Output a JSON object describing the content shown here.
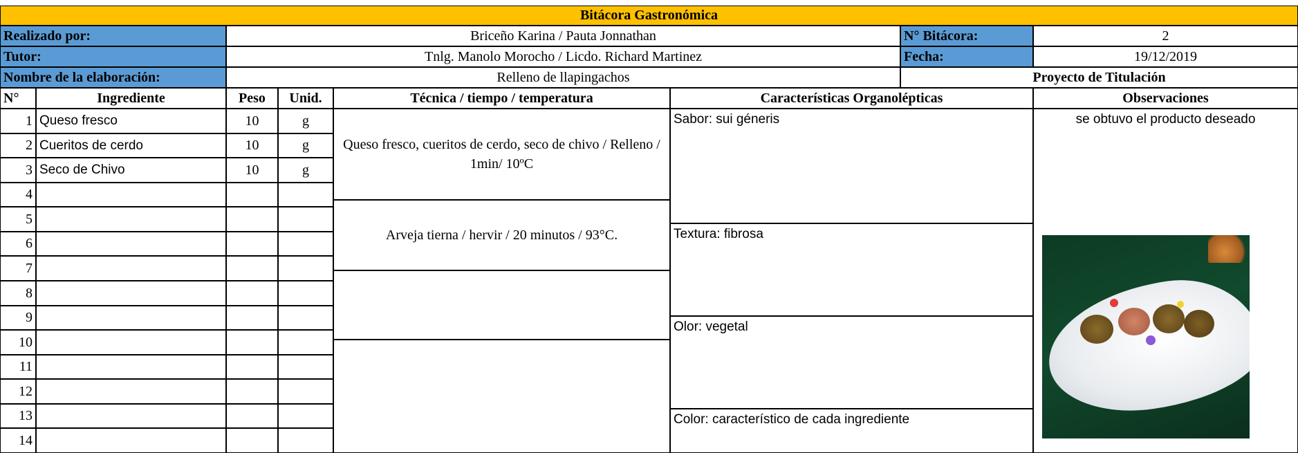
{
  "title": "Bitácora Gastronómica",
  "realizado_label": "Realizado por:",
  "realizado_value": "Briceño Karina / Pauta Jonnathan",
  "bitacora_label": "N° Bitácora:",
  "bitacora_value": "2",
  "tutor_label": "Tutor:",
  "tutor_value": "Tnlg. Manolo Morocho / Licdo. Richard Martinez",
  "fecha_label": "Fecha:",
  "fecha_value": "19/12/2019",
  "nombre_label": "Nombre de la elaboración:",
  "nombre_value": "Relleno de llapingachos",
  "proyecto": "Proyecto de Titulación",
  "headers": {
    "num": "N°",
    "ingrediente": "Ingrediente",
    "peso": "Peso",
    "unid": "Unid.",
    "tecnica": "Técnica / tiempo / temperatura",
    "caracteristicas": "Características Organolépticas",
    "observaciones": "Observaciones"
  },
  "rows": [
    {
      "n": "1",
      "ingrediente": "Queso fresco",
      "peso": "10",
      "unid": "g"
    },
    {
      "n": "2",
      "ingrediente": "Cueritos de cerdo",
      "peso": "10",
      "unid": "g"
    },
    {
      "n": "3",
      "ingrediente": "Seco de Chivo",
      "peso": "10",
      "unid": "g"
    },
    {
      "n": "4",
      "ingrediente": "",
      "peso": "",
      "unid": ""
    },
    {
      "n": "5",
      "ingrediente": "",
      "peso": "",
      "unid": ""
    },
    {
      "n": "6",
      "ingrediente": "",
      "peso": "",
      "unid": ""
    },
    {
      "n": "7",
      "ingrediente": "",
      "peso": "",
      "unid": ""
    },
    {
      "n": "8",
      "ingrediente": "",
      "peso": "",
      "unid": ""
    },
    {
      "n": "9",
      "ingrediente": "",
      "peso": "",
      "unid": ""
    },
    {
      "n": "10",
      "ingrediente": "",
      "peso": "",
      "unid": ""
    },
    {
      "n": "11",
      "ingrediente": "",
      "peso": "",
      "unid": ""
    },
    {
      "n": "12",
      "ingrediente": "",
      "peso": "",
      "unid": ""
    },
    {
      "n": "13",
      "ingrediente": "",
      "peso": "",
      "unid": ""
    },
    {
      "n": "14",
      "ingrediente": "",
      "peso": "",
      "unid": ""
    }
  ],
  "tecnica": [
    "Queso fresco, cueritos de cerdo, seco de chivo / Relleno / 1min/ 10ºC",
    "Arveja tierna / hervir / 20 minutos / 93°C.",
    "",
    ""
  ],
  "caracteristicas": [
    "Sabor: sui géneris",
    "Textura: fibrosa",
    "Olor: vegetal",
    "Color: característico de cada ingrediente"
  ],
  "observaciones": "se obtuvo el producto deseado"
}
